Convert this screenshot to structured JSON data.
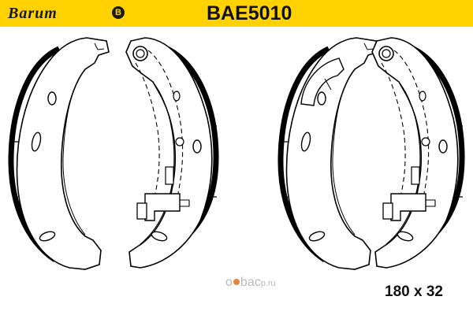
{
  "header": {
    "brand": "Barum",
    "brand_emblem": "B",
    "part_number": "BAE5010",
    "background_color": "#ffd200"
  },
  "drawing": {
    "subject": "brake shoe set technical drawing",
    "item_count": 4,
    "line_color": "#000000"
  },
  "watermark": {
    "prefix": "o",
    "mark": "b",
    "suffix": "ac",
    "tld": "p.ru"
  },
  "footer": {
    "dimensions": "180 x 32"
  }
}
